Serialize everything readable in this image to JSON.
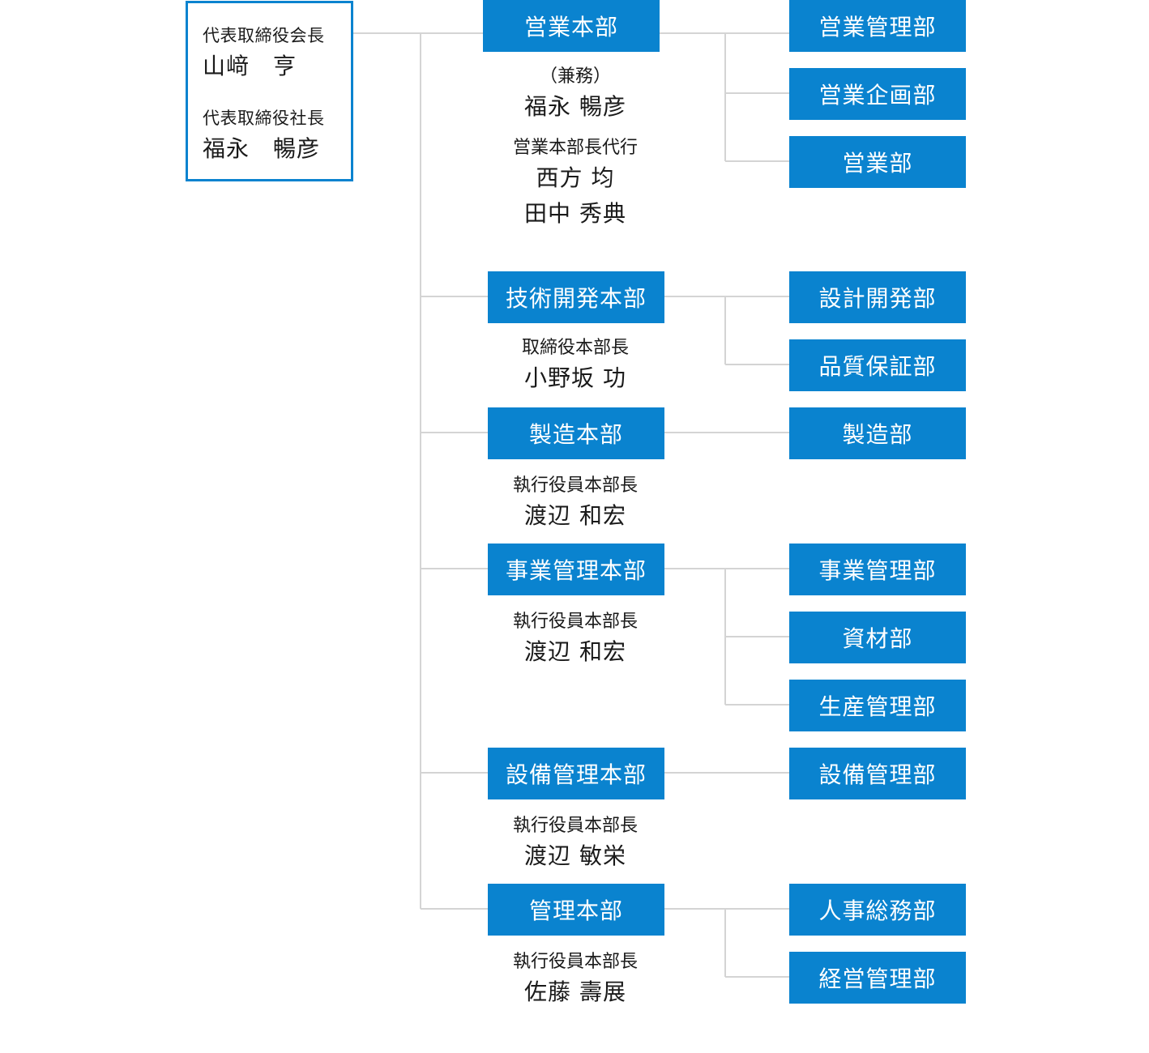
{
  "executives": [
    {
      "title": "代表取締役会長",
      "name": "山﨑　亨"
    },
    {
      "title": "代表取締役社長",
      "name": "福永　暢彦"
    }
  ],
  "divisions": [
    {
      "label": "営業本部",
      "managers": [
        {
          "title": "（兼務）",
          "name": "福永 暢彦"
        },
        {
          "title": "営業本部長代行",
          "names": [
            "西方 均",
            "田中 秀典"
          ]
        }
      ],
      "departments": [
        "営業管理部",
        "営業企画部",
        "営業部"
      ]
    },
    {
      "label": "技術開発本部",
      "managers": [
        {
          "title": "取締役本部長",
          "name": "小野坂 功"
        }
      ],
      "departments": [
        "設計開発部",
        "品質保証部"
      ]
    },
    {
      "label": "製造本部",
      "managers": [
        {
          "title": "執行役員本部長",
          "name": "渡辺 和宏"
        }
      ],
      "departments": [
        "製造部"
      ]
    },
    {
      "label": "事業管理本部",
      "managers": [
        {
          "title": "執行役員本部長",
          "name": "渡辺 和宏"
        }
      ],
      "departments": [
        "事業管理部",
        "資材部",
        "生産管理部"
      ]
    },
    {
      "label": "設備管理本部",
      "managers": [
        {
          "title": "執行役員本部長",
          "name": "渡辺 敏栄"
        }
      ],
      "departments": [
        "設備管理部"
      ]
    },
    {
      "label": "管理本部",
      "managers": [
        {
          "title": "執行役員本部長",
          "name": "佐藤 壽展"
        }
      ],
      "departments": [
        "人事総務部",
        "経営管理部"
      ]
    }
  ],
  "colors": {
    "accent": "#0a83cf",
    "line": "#d4d4d4"
  }
}
